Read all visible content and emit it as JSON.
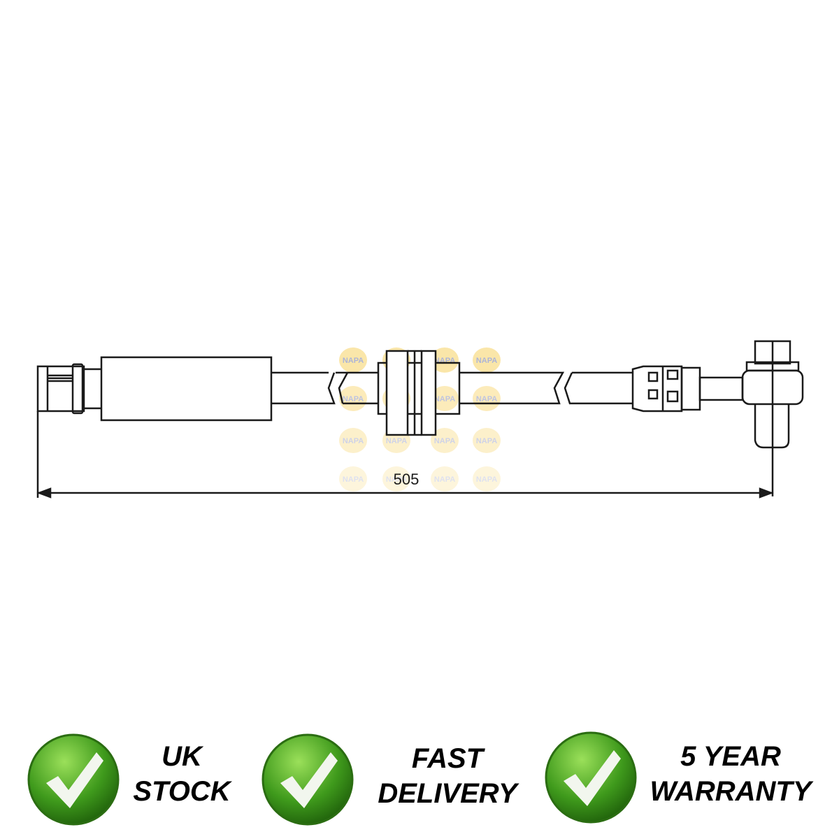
{
  "diagram": {
    "dimension_label": "505",
    "watermark": "NAPA",
    "line_color": "#1a1a1a",
    "watermark_color": "#f5c842"
  },
  "badges": [
    {
      "line1": "UK",
      "line2": "STOCK",
      "icon": "check-circle-icon"
    },
    {
      "line1": "FAST",
      "line2": "DELIVERY",
      "icon": "check-circle-icon"
    },
    {
      "line1": "5 YEAR",
      "line2": "WARRANTY",
      "icon": "check-circle-icon"
    }
  ],
  "colors": {
    "badge_green": "#3f9a1c",
    "badge_green_light": "#8fd44a"
  }
}
